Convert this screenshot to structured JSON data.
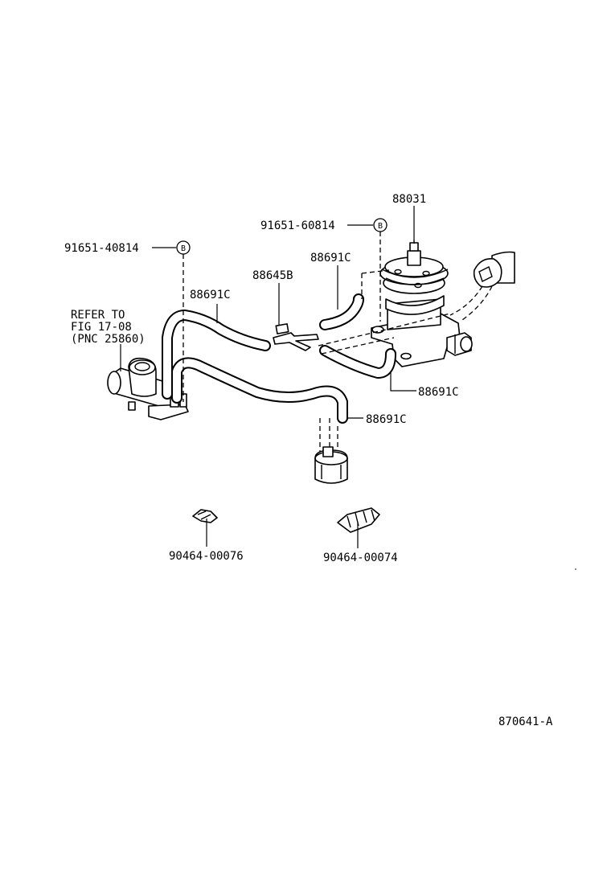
{
  "labels": {
    "p88031": "88031",
    "p91651_60814": "91651-60814",
    "p91651_40814": "91651-40814",
    "p88691c_top_right": "88691C",
    "p88645b": "88645B",
    "p88691c_left": "88691C",
    "p88691c_mid_right": "88691C",
    "p88691c_lower": "88691C",
    "p90464_00076": "90464-00076",
    "p90464_00074": "90464-00074",
    "marker_b1": "B",
    "marker_b2": "B"
  },
  "refer": {
    "line1": "REFER TO",
    "line2": "FIG 17-08",
    "line3": "(PNC 25860)"
  },
  "figure_id": "870641-A"
}
